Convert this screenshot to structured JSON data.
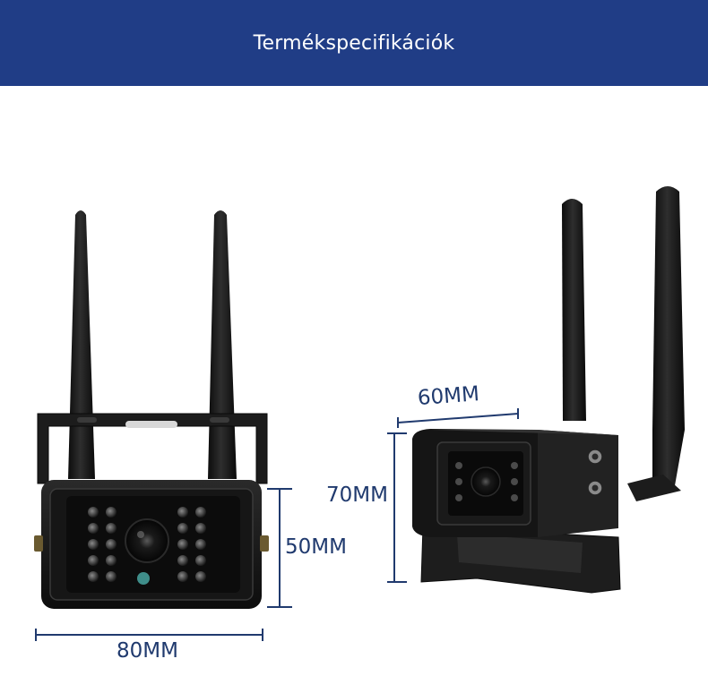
{
  "header": {
    "title": "Termékspecifikációk"
  },
  "dimensions": {
    "front_width": "80MM",
    "front_height": "50MM",
    "side_depth": "60MM",
    "side_height": "70MM"
  },
  "colors": {
    "header_bg": "#203d86",
    "dimension_line": "#203a6e",
    "camera_body": "#141414"
  }
}
